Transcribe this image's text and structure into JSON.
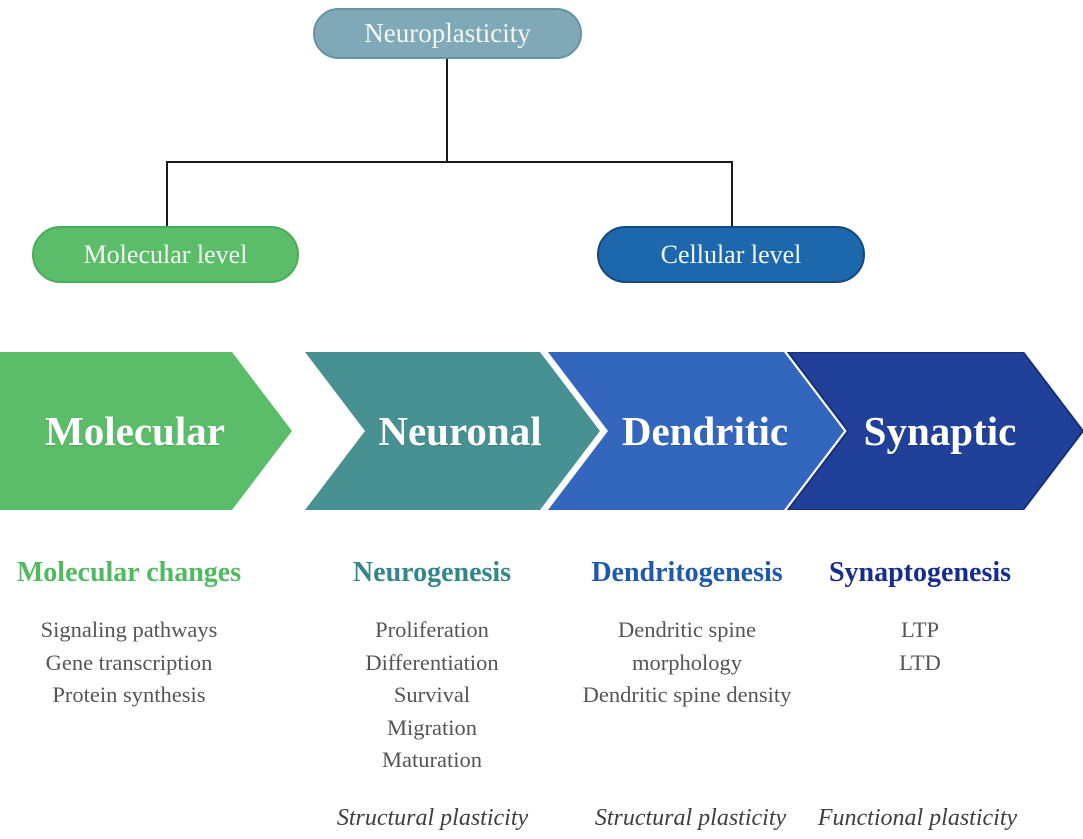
{
  "title": "Neuroplasticity diagram",
  "tree": {
    "root": {
      "label": "Neuroplasticity",
      "fill": "#7FA9B6",
      "border": "#6794A3"
    },
    "children": [
      {
        "label": "Molecular level",
        "fill": "#5BBD69",
        "border": "#4BAB59"
      },
      {
        "label": "Cellular level",
        "fill": "#1D68AD",
        "border": "#15497E"
      }
    ]
  },
  "connector_color": "#1b1b1b",
  "arrows": [
    {
      "label": "Molecular",
      "fill": "#5BBD69",
      "stroke": "#5BBD69"
    },
    {
      "label": "Neuronal",
      "fill": "#479192",
      "stroke": "#479192"
    },
    {
      "label": "Dendritic",
      "fill": "#3366BD",
      "stroke": "#2B57A8"
    },
    {
      "label": "Synaptic",
      "fill": "#20409A",
      "stroke": "#182F78"
    }
  ],
  "columns": [
    {
      "heading": "Molecular changes",
      "heading_color": "#4FBA60",
      "items": [
        "Signaling pathways",
        "Gene transcription",
        "Protein synthesis"
      ],
      "footer": ""
    },
    {
      "heading": "Neurogenesis",
      "heading_color": "#33868A",
      "items": [
        "Proliferation",
        "Differentiation",
        "Survival",
        "Migration",
        "Maturation"
      ],
      "footer": "Structural plasticity"
    },
    {
      "heading": "Dendritogenesis",
      "heading_color": "#1D5AAD",
      "items": [
        "Dendritic spine morphology",
        "Dendritic spine density"
      ],
      "footer": "Structural plasticity"
    },
    {
      "heading": "Synaptogenesis",
      "heading_color": "#172D8D",
      "items": [
        "LTP",
        "LTD"
      ],
      "footer": "Functional plasticity"
    }
  ]
}
